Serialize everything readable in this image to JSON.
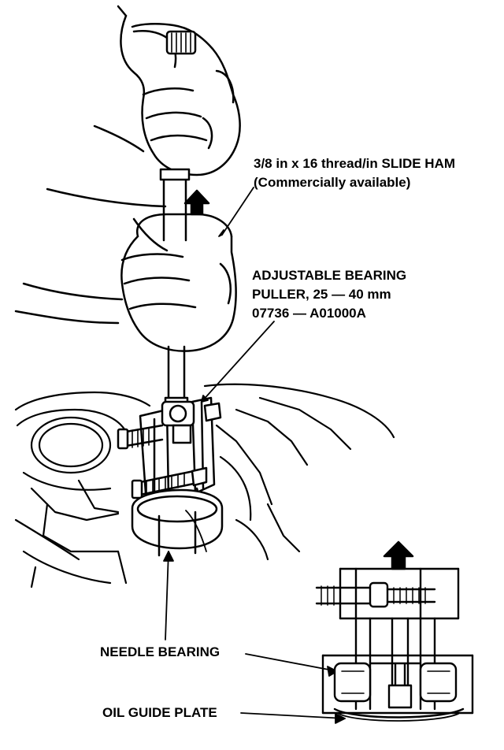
{
  "labels": {
    "slide_hammer_line1": "3/8 in x 16 thread/in SLIDE HAM",
    "slide_hammer_line2": "(Commercially available)",
    "puller_line1": "ADJUSTABLE BEARING",
    "puller_line2": "PULLER, 25 — 40 mm",
    "puller_line3": "07736 — A01000A",
    "needle_bearing": "NEEDLE BEARING",
    "oil_guide_plate": "OIL GUIDE PLATE"
  }
}
